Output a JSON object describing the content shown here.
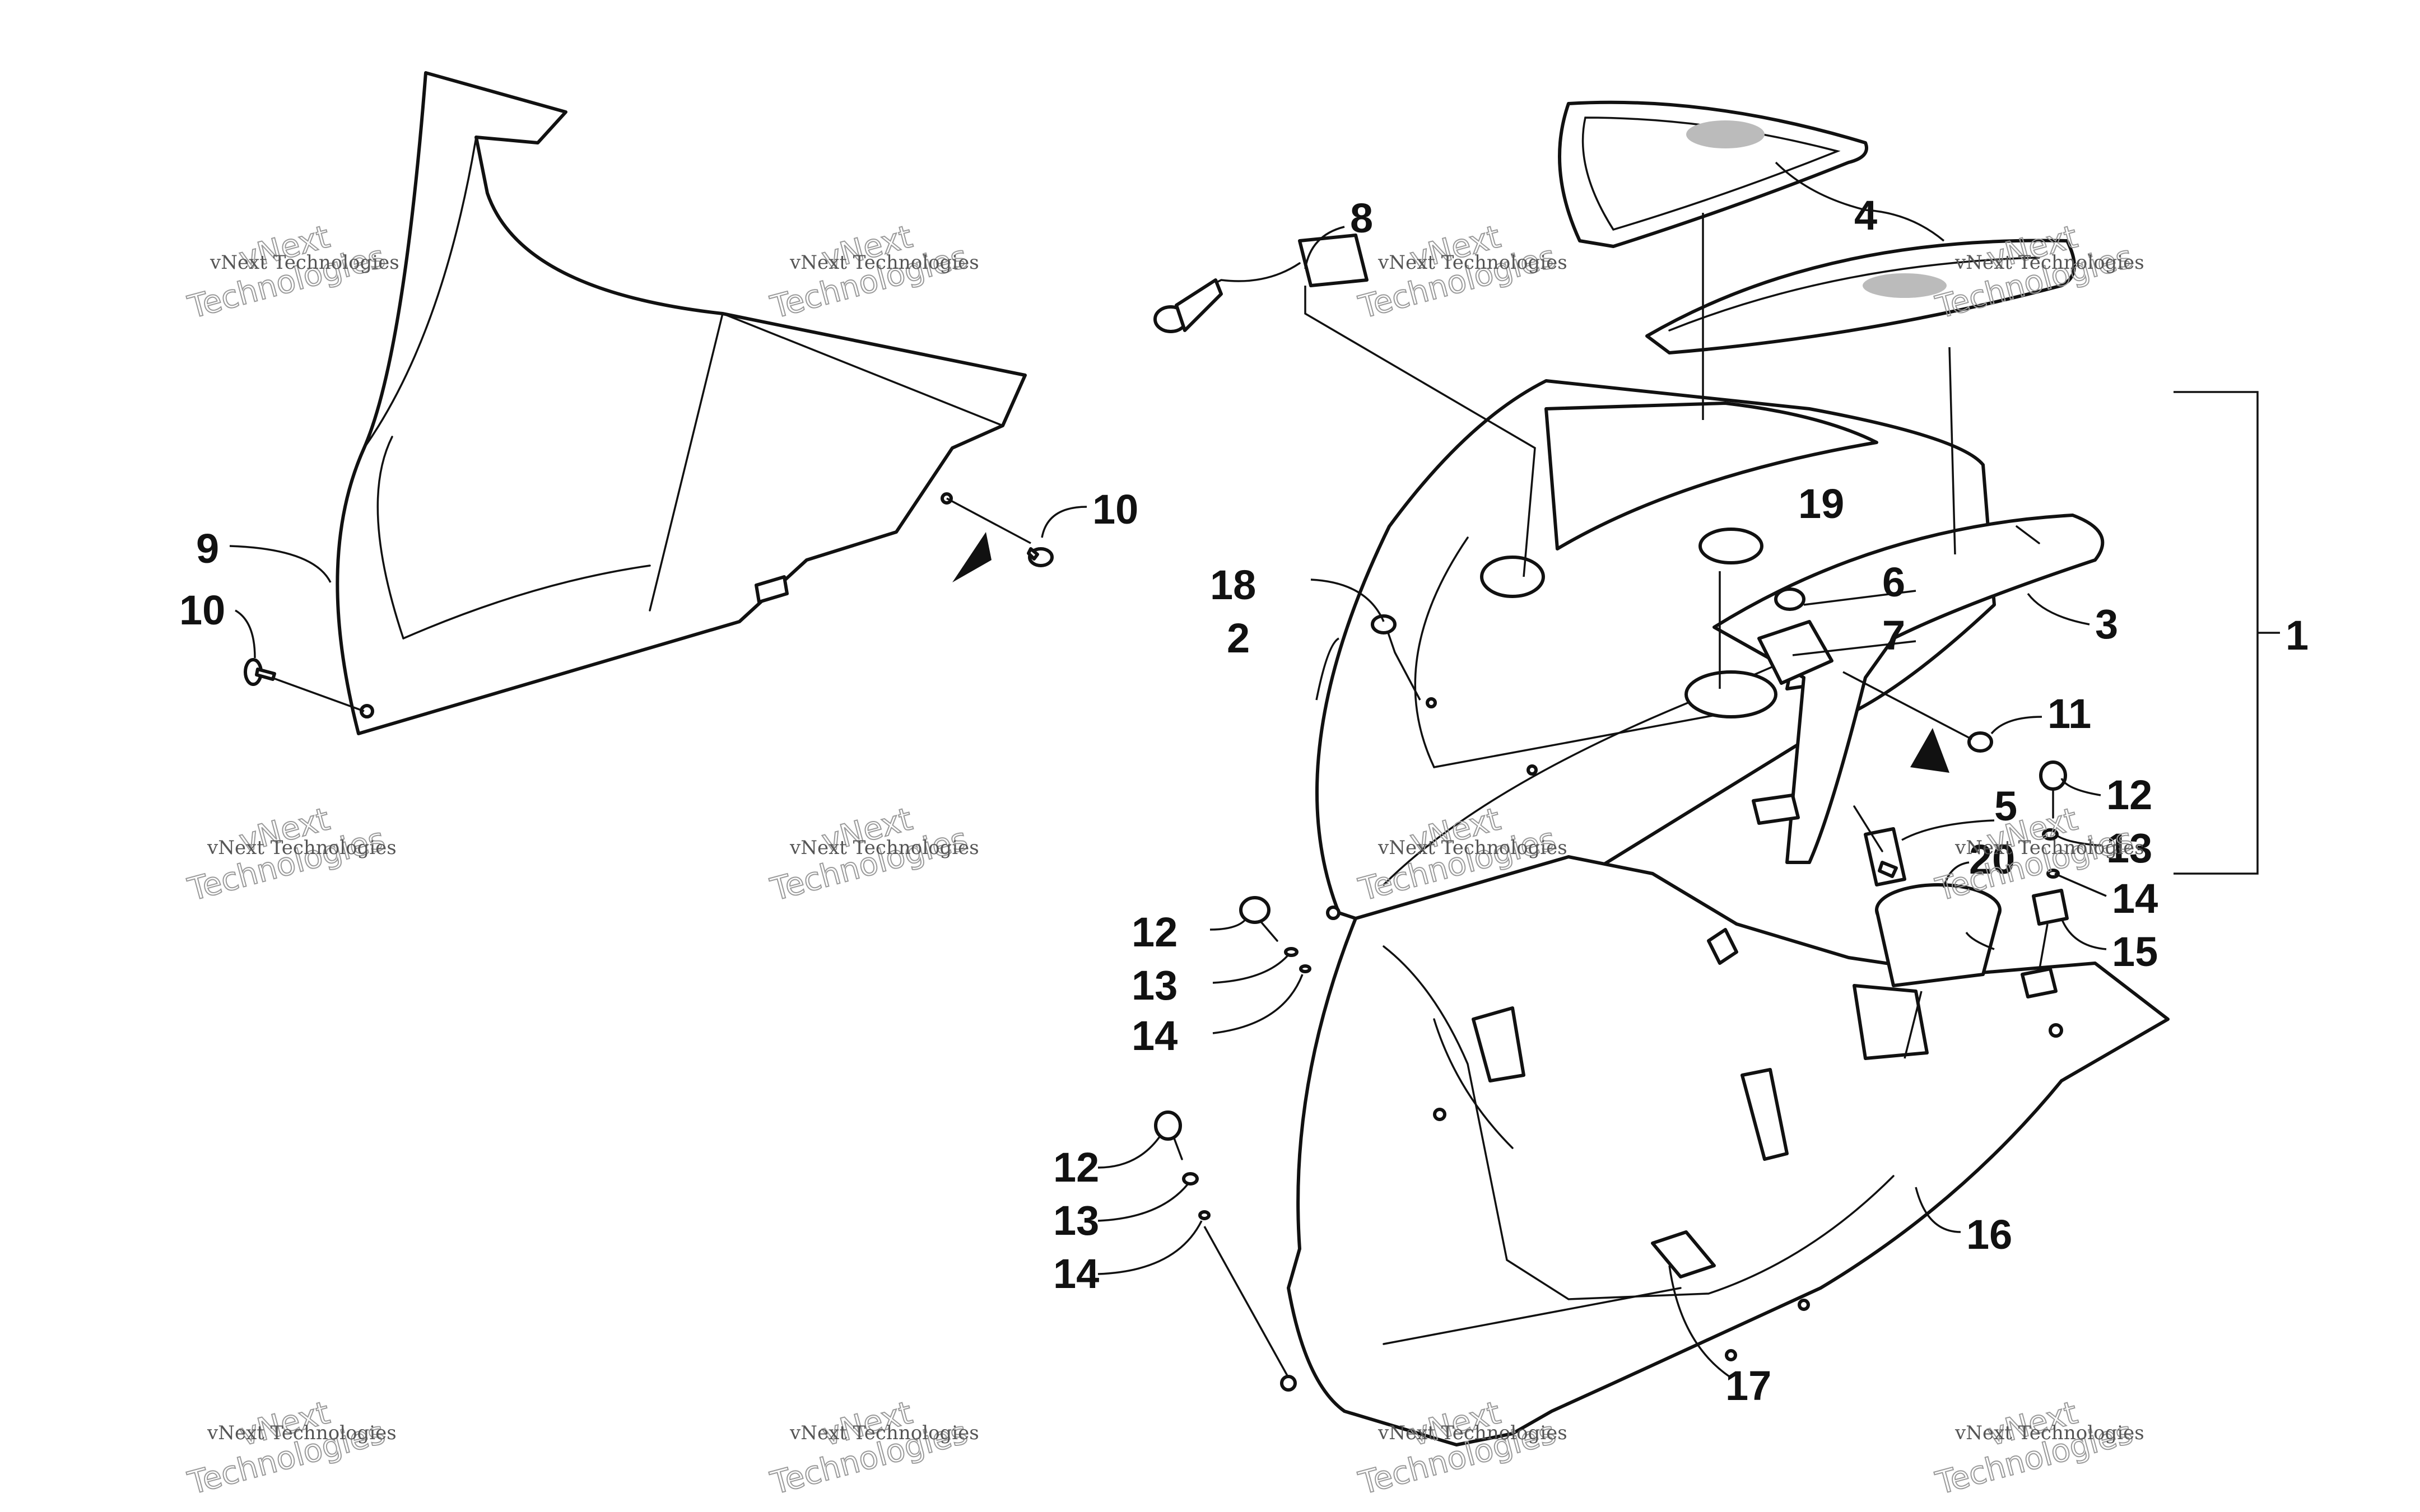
{
  "watermark": {
    "line_small": "vNext Technologies",
    "line_big_top": "vNext",
    "line_big_bottom": "Technologies"
  },
  "callouts": {
    "c1": "1",
    "c2": "2",
    "c3": "3",
    "c4": "4",
    "c5": "5",
    "c6": "6",
    "c7": "7",
    "c8": "8",
    "c9": "9",
    "c10a": "10",
    "c10b": "10",
    "c11": "11",
    "c12a": "12",
    "c12b": "12",
    "c12c": "12",
    "c13a": "13",
    "c13b": "13",
    "c13c": "13",
    "c14a": "14",
    "c14b": "14",
    "c14c": "14",
    "c15": "15",
    "c16": "16",
    "c17": "17",
    "c18": "18",
    "c19": "19",
    "c20": "20"
  },
  "colors": {
    "line": "#111111",
    "background": "#ffffff",
    "watermark": "#9a9a9a"
  }
}
